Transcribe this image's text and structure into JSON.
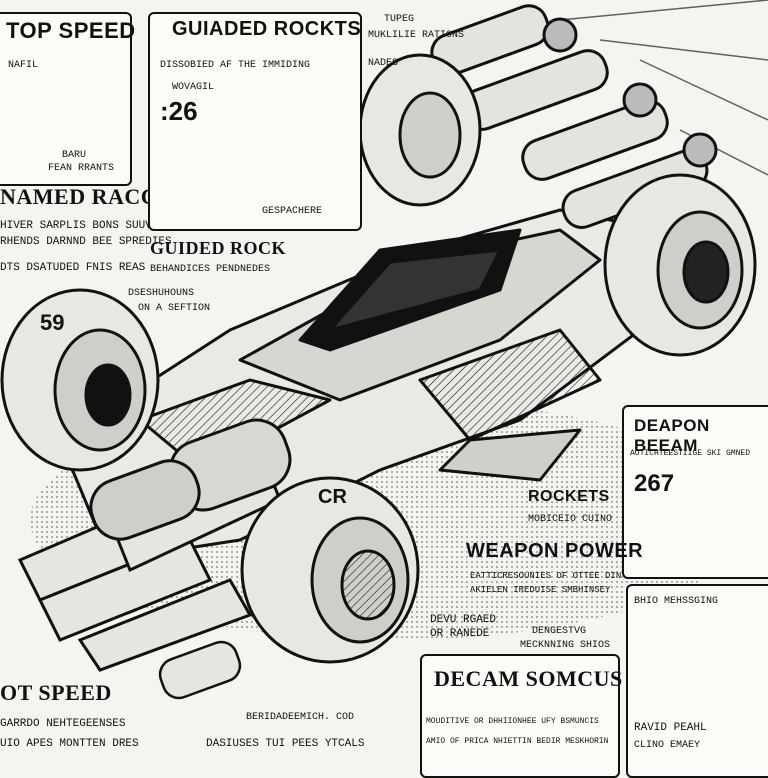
{
  "labels": {
    "top_speed": "TOP SPEED",
    "top_speed_sub": "NAFIL",
    "baru": "BARU",
    "fean_rrants": "FEAN RRANTS",
    "guided_rockets": "GUIADED ROCKTS",
    "guided_rockets_sub": "DISSOBIED AF THE IMMIDING",
    "wovagil": "WOVAGIL",
    "value_26": ":26",
    "ge_spachere": "GESPACHERE",
    "tupeg": "TUPEG",
    "muklilie": "MUKLILIE RATIONS",
    "nades": "NADES",
    "named_raccion": "NAMED RACCION",
    "named_line1": "HIVER SARPLIS BONS SUUVE",
    "named_line2": "RHENDS DARNND BEE SPREDIES",
    "named_line3": "DTS DSATUDED FNIS REAS",
    "guided_rock": "GUIDED ROCK",
    "guided_rock_sub": "BEHANDICES PENDNEDES",
    "deshuhouns": "DSESHUHOUNS",
    "on_a_section": "ON A SEFTION",
    "deapon_beam": "DEAPON BEEAM",
    "deapon_sub": "AOTICHTEESTIIGE SKI GMNED",
    "value_267": "267",
    "rockets": "ROCKETS",
    "rockets_sub": "MOBICEIO CUINO",
    "weapon_power": "WEAPON POWER",
    "weapon_line1": "EATTICRESOUNIES OF OTTEE DIN",
    "weapon_line2": "AKIELEN IREDUISE SMBHINSEY",
    "bhio": "BHIO MEHSSGING",
    "devu": "DEVU RGAED",
    "or_ranede": "OR RANEDE",
    "dengestvg": "DENGESTVG",
    "meckning": "MECKNNING SHIOS",
    "decam": "DECAM SOMCUS",
    "decam_line1": "MOUDITIVE OR DHHIIONHEE UFY BSMUNCIS",
    "decam_line2": "AMIO OF PRICA NHIETTIN BEDIR MESKHORIN",
    "ot_speed": "OT SPEED",
    "ot_line1": "GARRDO NEHTEGEENSES",
    "ot_line2": "UIO APES MONTTEN DRES",
    "berida": "BERIDADEEMICH. COD",
    "dasiuses": "DASIUSES TUI PEES YTCALS",
    "ravid": "RAVID PEAHL",
    "clino": "CLINO EMAEY",
    "wheel_front": "59",
    "wheel_rear": "CR"
  },
  "colors": {
    "ink": "#111111",
    "paper": "#f4f4f1"
  }
}
